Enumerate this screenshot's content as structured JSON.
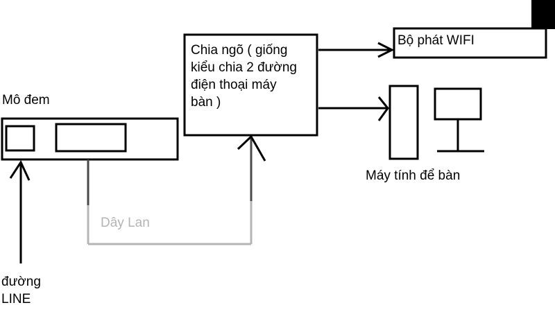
{
  "labels": {
    "modem": "Mô đem",
    "splitter": [
      "Chia ngõ ( giống",
      "kiểu chia 2 đường",
      "điện thoại máy",
      "bàn )"
    ],
    "wifi": "Bộ phát WIFI",
    "desktop": "Máy tính để bàn",
    "lan_cable": "Dây Lan",
    "line": [
      "đường",
      "LINE"
    ]
  },
  "colors": {
    "line": "#000000",
    "lan_cable": "#b4b4b4",
    "background": "#ffffff"
  }
}
